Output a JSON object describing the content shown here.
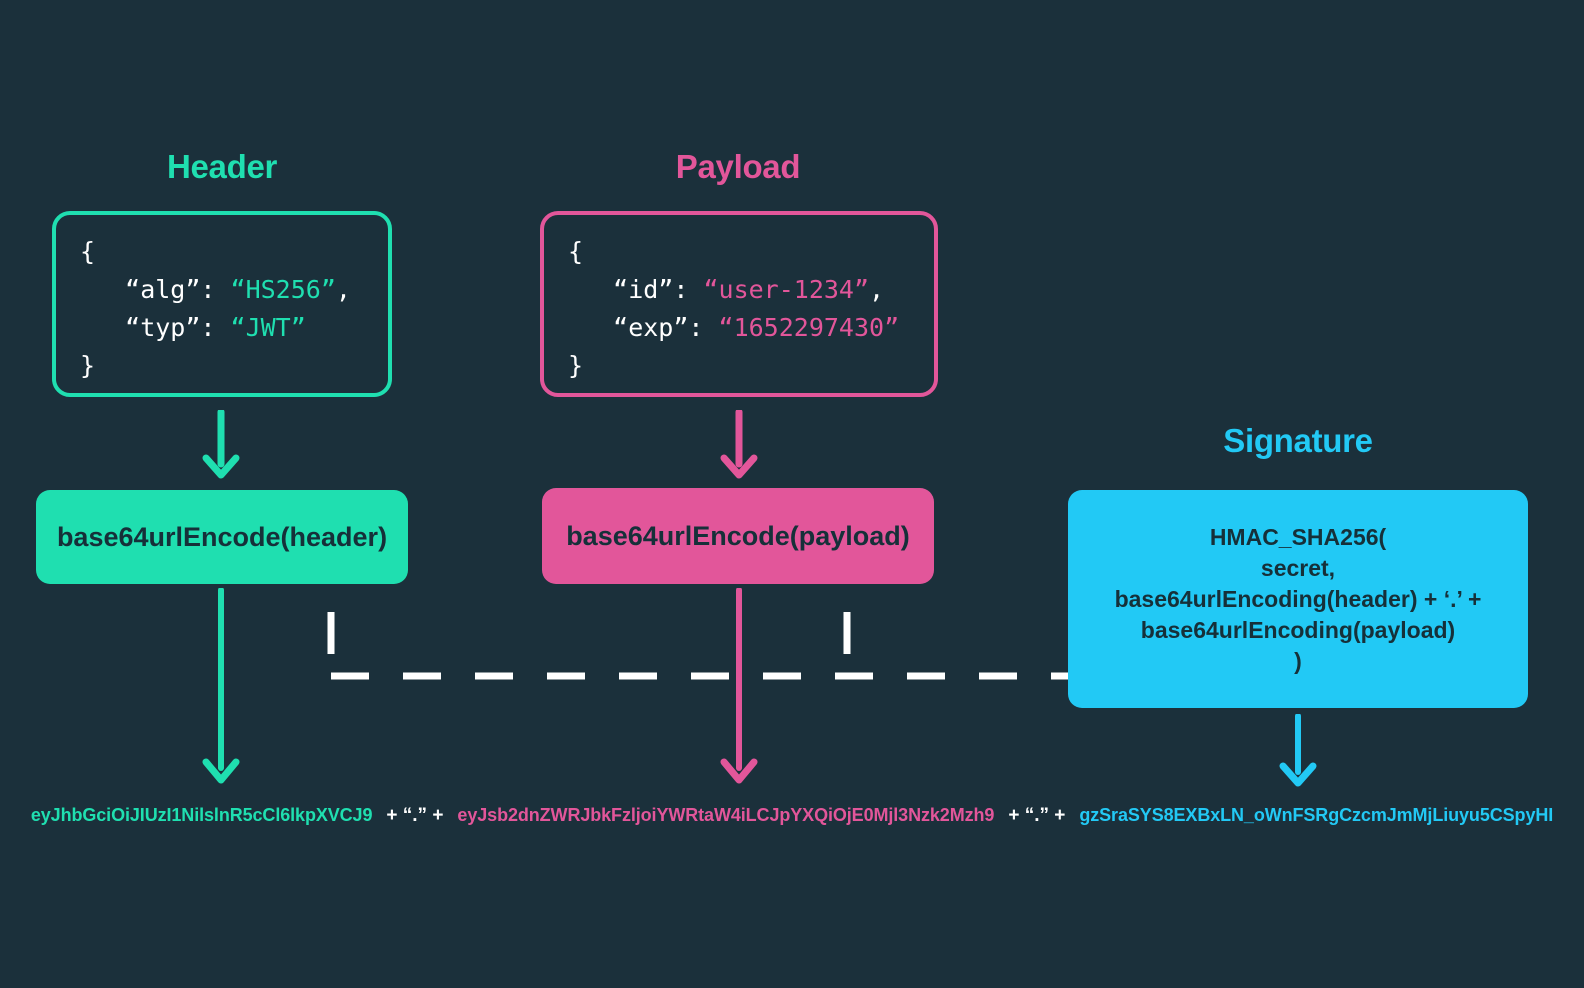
{
  "colors": {
    "background": "#1b303b",
    "header": "#1fdfb0",
    "payload": "#e2569a",
    "signature": "#22c9f5",
    "text_light": "#ffffff",
    "text_dark": "#163039",
    "dashed": "#ffffff"
  },
  "columns": {
    "header": {
      "title": "Header",
      "json": {
        "open_brace": "{",
        "lines": [
          {
            "key": "“alg”:",
            "value": "“HS256”",
            "comma": ","
          },
          {
            "key": "“typ”:",
            "value": "“JWT”",
            "comma": ""
          }
        ],
        "close_brace": "}"
      },
      "encode_label": "base64urlEncode(header)",
      "token": "eyJhbGciOiJIUzI1NilslnR5cCl6lkpXVCJ9"
    },
    "payload": {
      "title": "Payload",
      "json": {
        "open_brace": "{",
        "lines": [
          {
            "key": "“id”:",
            "value": "“user-1234”",
            "comma": ","
          },
          {
            "key": "“exp”:",
            "value": "“1652297430”",
            "comma": ""
          }
        ],
        "close_brace": "}"
      },
      "encode_label": "base64urlEncode(payload)",
      "token": "eyJsb2dnZWRJbkFzljoiYWRtaW4iLCJpYXQiOjE0Mjl3Nzk2Mzh9"
    },
    "signature": {
      "title": "Signature",
      "formula_lines": [
        "HMAC_SHA256(",
        "secret,",
        "base64urlEncoding(header) + ‘.’ +",
        "base64urlEncoding(payload)",
        ")"
      ],
      "token": "gzSraSYS8EXBxLN_oWnFSRgCzcmJmMjLiuyu5CSpyHI"
    }
  },
  "joiners": {
    "first": "+ “.” +",
    "second": "+ “.” +"
  },
  "icons": {
    "header_arrow": "arrow-down-icon",
    "payload_arrow": "arrow-down-icon",
    "signature_arrow": "arrow-down-icon",
    "header_long_arrow": "arrow-down-icon",
    "payload_long_arrow": "arrow-down-icon",
    "dashed_connector": "dashed-connector-line"
  }
}
